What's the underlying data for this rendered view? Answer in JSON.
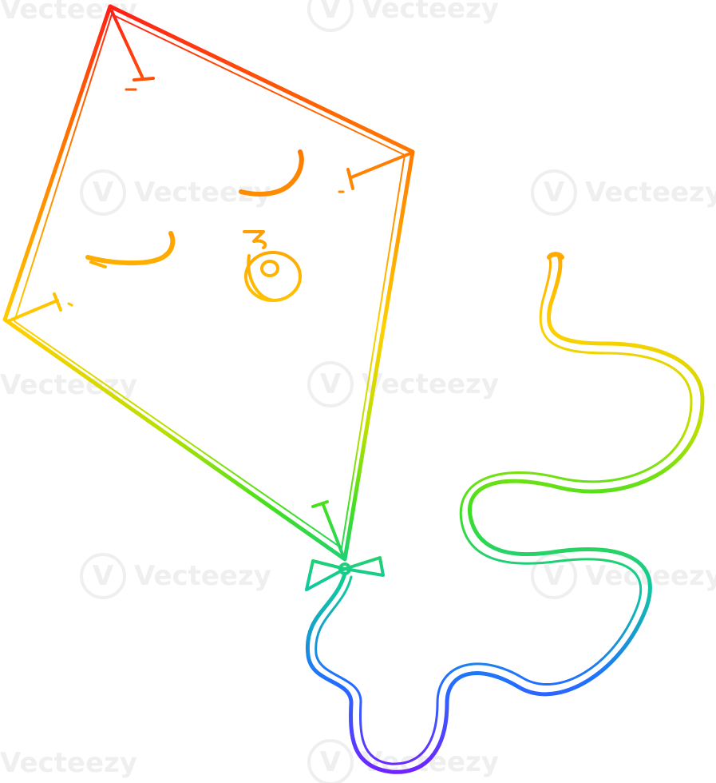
{
  "watermark": {
    "text": "Vecteezy",
    "logo_glyph": "V"
  },
  "colors": {
    "gradient_top": "#ff1a1a",
    "gradient_orange": "#ff8c00",
    "gradient_yellow": "#ffd000",
    "gradient_green": "#40e020",
    "gradient_cyan": "#10c0c8",
    "gradient_blue": "#2060ff",
    "gradient_bottom": "#7a1aff",
    "background": "#ffffff"
  },
  "illustration": {
    "subject": "kite-with-face",
    "parts": [
      "kite-frame",
      "left-eye",
      "right-eye",
      "mouth",
      "bow",
      "tail-string"
    ]
  }
}
